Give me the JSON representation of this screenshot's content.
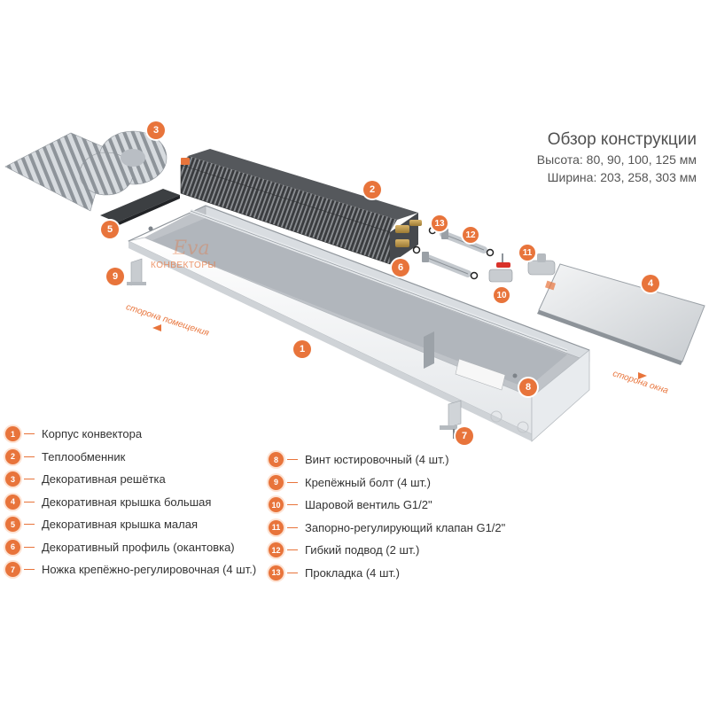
{
  "overview": {
    "title": "Обзор конструкции",
    "height": "Высота: 80, 90, 100, 125 мм",
    "width": "Ширина: 203, 258, 303 мм"
  },
  "brand": {
    "script": "Eva",
    "label": "КОНВЕКТОРЫ"
  },
  "side_labels": {
    "room": "сторона помещения",
    "window": "сторона окна"
  },
  "colors": {
    "accent": "#e8743b",
    "steel": "#c9cdd2"
  },
  "legend_left": [
    {
      "num": "1",
      "label": "Корпус конвектора"
    },
    {
      "num": "2",
      "label": "Теплообменник"
    },
    {
      "num": "3",
      "label": "Декоративная решётка"
    },
    {
      "num": "4",
      "label": "Декоративная крышка большая"
    },
    {
      "num": "5",
      "label": "Декоративная крышка малая"
    },
    {
      "num": "6",
      "label": "Декоративный профиль (окантовка)"
    },
    {
      "num": "7",
      "label": "Ножка крепёжно-регулировочная (4 шт.)"
    }
  ],
  "legend_right": [
    {
      "num": "8",
      "label": "Винт юстировочный (4 шт.)"
    },
    {
      "num": "9",
      "label": "Крепёжный болт (4 шт.)"
    },
    {
      "num": "10",
      "label": "Шаровой вентиль G1/2\""
    },
    {
      "num": "11",
      "label": "Запорно-регулирующий клапан G1/2\""
    },
    {
      "num": "12",
      "label": "Гибкий подвод (2 шт.)"
    },
    {
      "num": "13",
      "label": "Прокладка (4 шт.)"
    }
  ],
  "callouts": [
    "1",
    "2",
    "3",
    "4",
    "5",
    "6",
    "7",
    "8",
    "9",
    "10",
    "11",
    "12",
    "13"
  ]
}
